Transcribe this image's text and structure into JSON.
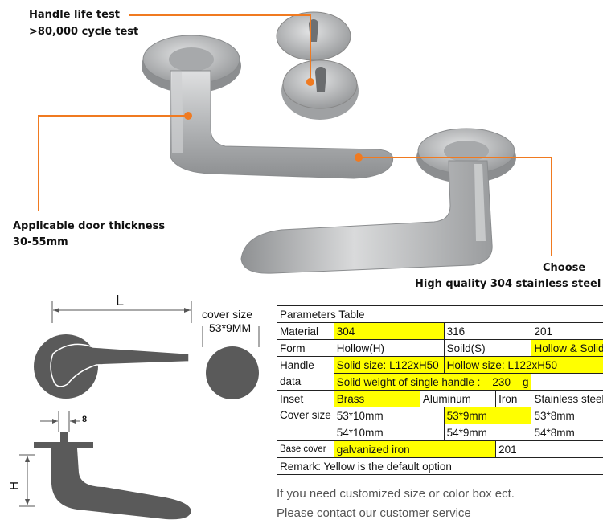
{
  "callouts": {
    "life_test_title": "Handle life test",
    "life_test_value": ">80,000 cycle test",
    "door_thickness_title": "Applicable door thickness",
    "door_thickness_value": "30-55mm",
    "material_title": "Choose",
    "material_value": "High quality 304 stainless steel"
  },
  "drawing": {
    "length_label": "L",
    "cover_size_title": "cover size",
    "cover_size_value": "53*9MM",
    "rose_thickness_label": "8",
    "height_label": "H"
  },
  "table": {
    "title": "Parameters Table",
    "material": {
      "label": "Material",
      "opt1": "304",
      "opt2": "316",
      "opt3": "201"
    },
    "form": {
      "label": "Form",
      "opt1": "Hollow(H)",
      "opt2": "Soild(S)",
      "opt3": "Hollow & Solid"
    },
    "handle_data": {
      "label_line1": "Handle",
      "label_line2": "data",
      "solid_size_label": "Solid size:",
      "solid_size_value": "L122xH50",
      "hollow_size_label": "Hollow size:",
      "hollow_size_value": "L122xH50",
      "weight_label": "Solid weight of single handle :",
      "weight_value": "230",
      "weight_unit": "g"
    },
    "inset": {
      "label": "Inset",
      "opt1": "Brass",
      "opt2": "Aluminum",
      "opt3": "Iron",
      "opt4": "Stainless steel"
    },
    "cover_size": {
      "label": "Cover size",
      "row1": [
        "53*10mm",
        "53*9mm",
        "53*8mm"
      ],
      "row2": [
        "54*10mm",
        "54*9mm",
        "54*8mm"
      ]
    },
    "base_cover": {
      "label": "Base cover",
      "opt1": "galvanized iron",
      "opt2": "201"
    },
    "remark": "Remark: Yellow is the default option"
  },
  "notes": {
    "line1": "If you need customized size or color box ect.",
    "line2": "Please contact our customer service"
  },
  "colors": {
    "highlight": "#ffff00",
    "callout_line": "#f07a20",
    "steel": "#b9bbbd",
    "drawing": "#555555"
  }
}
